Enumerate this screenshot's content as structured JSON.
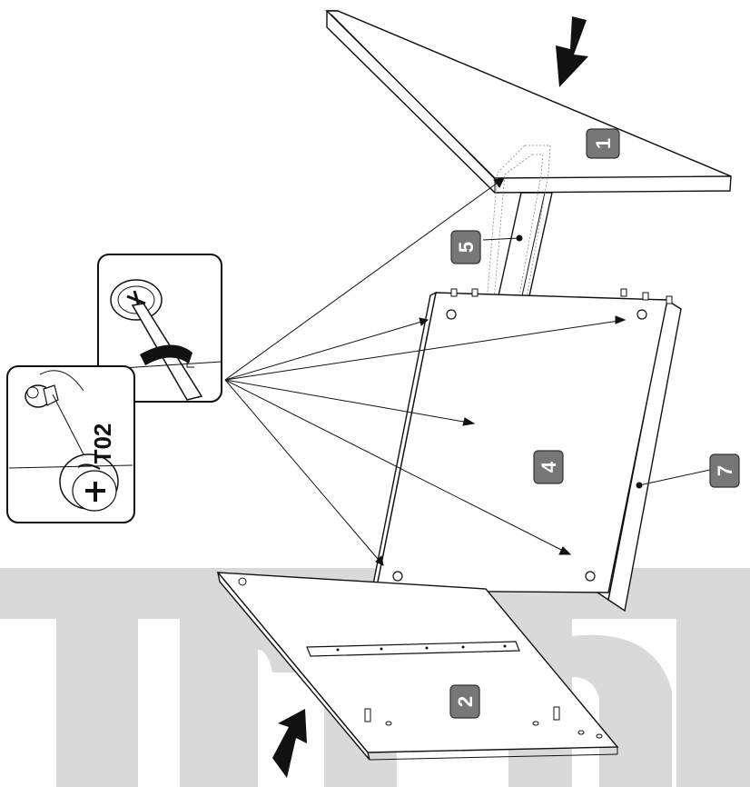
{
  "diagram": {
    "parts": [
      {
        "id": "part-1",
        "label": "1"
      },
      {
        "id": "part-2",
        "label": "2"
      },
      {
        "id": "part-4",
        "label": "4"
      },
      {
        "id": "part-5",
        "label": "5"
      },
      {
        "id": "part-7",
        "label": "7"
      }
    ],
    "inset_tool_code": "T02",
    "watermark_text": "Trunel"
  },
  "colors": {
    "label_fill": "#777777",
    "watermark": "#d9d9d9",
    "line": "#111111"
  },
  "icons": [
    "screwdriver-icon",
    "cam-lock-icon",
    "direction-arrow-icon"
  ]
}
